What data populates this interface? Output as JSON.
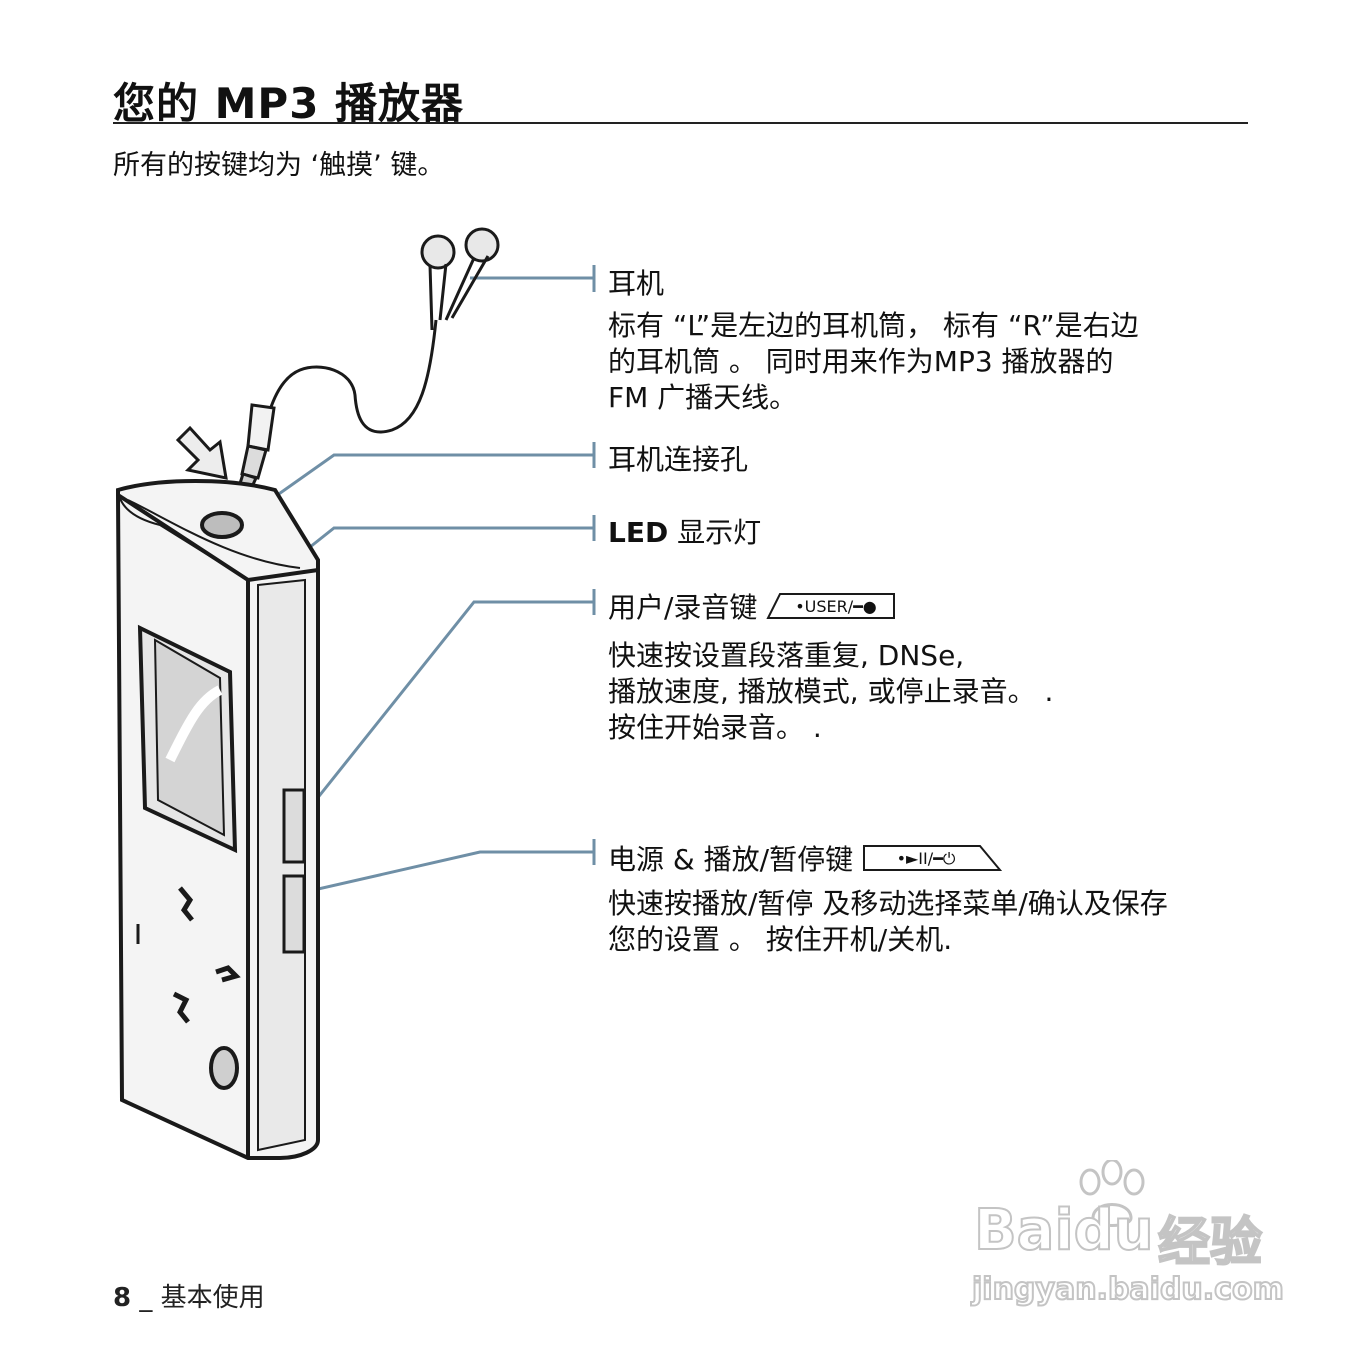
{
  "page": {
    "title": "您的 MP3 播放器",
    "subtitle": "所有的按键均为 ‘触摸’ 键。"
  },
  "callouts": [
    {
      "label": "耳机",
      "lines": [
        "标有 “L”是左边的耳机筒， 标有 “R”是右边",
        "的耳机筒 。 同时用来作为MP3 播放器的",
        "FM 广播天线。"
      ]
    },
    {
      "label": "耳机连接孔",
      "lines": []
    },
    {
      "label_bold": "LED",
      "label": " 显示灯",
      "lines": []
    },
    {
      "label": "用户/录音键",
      "key_icon_text": "•USER/━●",
      "lines": [
        "快速按设置段落重复, DNSe,",
        "播放速度, 播放模式, 或停止录音。 .",
        "按住开始录音。   ."
      ]
    },
    {
      "label": "电源 & 播放/暂停键",
      "key_icon_text": "•►II/━⏻",
      "lines": [
        "快速按播放/暂停 及移动选择菜单/确认及保存",
        "您的设置 。 按住开机/关机."
      ]
    }
  ],
  "footer": {
    "page_number": "8",
    "section": "_ 基本使用"
  },
  "watermark": {
    "brand": "Bai",
    "brand2": "du",
    "brand_cn": "经验",
    "url": "jingyan.baidu.com"
  },
  "colors": {
    "leader_line": "#6f8fa6",
    "device_outline": "#1a1a1a",
    "device_fill": "#f2f2f2",
    "watermark": "#c4c4c4"
  }
}
